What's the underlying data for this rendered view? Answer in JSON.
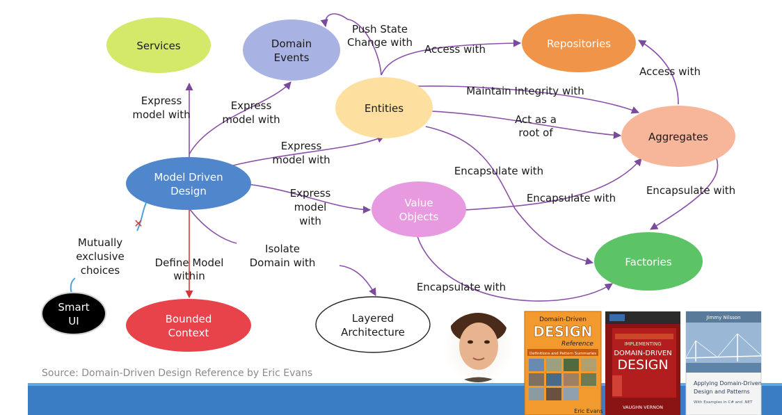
{
  "source": "Source: Domain-Driven Design Reference by Eric Evans",
  "nodes": {
    "services": [
      "Services"
    ],
    "domain_events": [
      "Domain",
      "Events"
    ],
    "repositories": [
      "Repositories"
    ],
    "entities": [
      "Entities"
    ],
    "aggregates": [
      "Aggregates"
    ],
    "model_driven_design": [
      "Model Driven",
      "Design"
    ],
    "value_objects": [
      "Value",
      "Objects"
    ],
    "factories": [
      "Factories"
    ],
    "smart_ui": [
      "Smart",
      "UI"
    ],
    "bounded_context": [
      "Bounded",
      "Context"
    ],
    "layered_architecture": [
      "Layered",
      "Architecture"
    ]
  },
  "edges": {
    "push_state": [
      "Push State",
      "Change with"
    ],
    "access_with_top": [
      "Access with"
    ],
    "access_with_right": [
      "Access with"
    ],
    "maintain_integrity": [
      "Maintain Integrity with"
    ],
    "act_as_root": [
      "Act as a",
      "root of"
    ],
    "express_services": [
      "Express",
      "model with"
    ],
    "express_events": [
      "Express",
      "model with"
    ],
    "express_entities": [
      "Express",
      "model with"
    ],
    "express_value": [
      "Express",
      "model",
      "with"
    ],
    "encapsulate_entities": [
      "Encapsulate with"
    ],
    "encapsulate_value": [
      "Encapsulate with"
    ],
    "encapsulate_aggregates": [
      "Encapsulate with"
    ],
    "encapsulate_bottom": [
      "Encapsulate with"
    ],
    "mutually_exclusive": [
      "Mutually",
      "exclusive",
      "choices"
    ],
    "define_model": [
      "Define Model",
      "within"
    ],
    "isolate_domain": [
      "Isolate",
      "Domain with"
    ]
  },
  "books": {
    "ddd_reference": {
      "top": "Domain-Driven",
      "big": "DESIGN",
      "subtitle": "Reference",
      "tag": "Definitions and Pattern Summaries",
      "author": "Eric Evans"
    },
    "implementing": {
      "line1": "IMPLEMENTING",
      "line2": "DOMAIN-DRIVEN",
      "line3": "DESIGN",
      "author": "VAUGHN VERNON"
    },
    "applying": {
      "author": "Jimmy Nilsson",
      "title1": "Applying Domain-Driven",
      "title2": "Design and Patterns",
      "sub": "With Examples in C# and .NET"
    }
  },
  "colors": {
    "services": "#d4e86a",
    "domain_events": "#a9b3e3",
    "repositories": "#f0944a",
    "entities": "#fde0a0",
    "aggregates": "#f7b69a",
    "model_driven_design": "#4f86cc",
    "value_objects": "#e89ae0",
    "factories": "#5cc466",
    "smart_ui": "#000000",
    "bounded_context": "#e8424a",
    "arrow": "#8a4fa8",
    "footer_bar": "#3a7dc4"
  }
}
